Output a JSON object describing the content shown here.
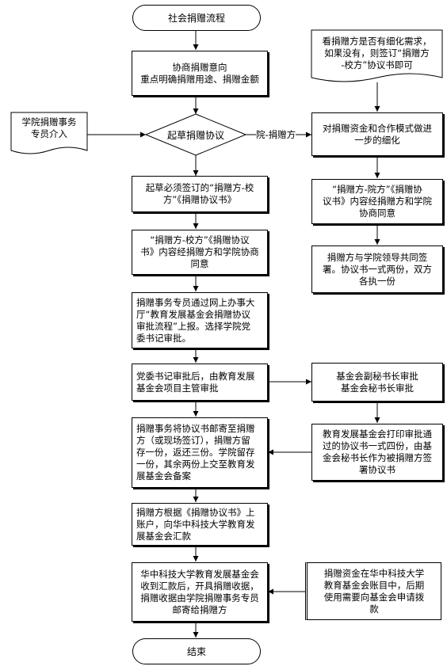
{
  "start": "社会捐赠流程",
  "end": "结束",
  "left_column": {
    "negotiate": "协商捐赠意向\n重点明确捐赠用途、捐赠金额",
    "decision": "起草捐赠协议",
    "draft": "起草必须签订的“捐赠方-校\n方”《捐赠协议书》",
    "review": "“捐赠方-校方”《捐赠协议\n书》内容经捐赠方和学院协商\n同意",
    "submit": "捐赠事务专员通过网上办事大\n厅“教育发展基金会捐赠协议\n审批流程”上报。选择学院党\n委书记审批。",
    "party_approval": "党委书记审批后，由教育发展\n基金会项目主管审批",
    "mail": "捐赠事务将协议书邮寄至捐赠\n方（或现场签订），捐赠方留\n存一份，返还三份。学院留存\n一份，其余两份上交至教育发\n展基金会备案",
    "remit": "捐赠方根据《捐赠协议书》上\n账户，向华中科技大学教育发\n展基金会汇款",
    "receipt": "华中科技大学教育发展基金会\n收到汇款后，开具捐赠收据，\n捐赠收据由学院捐赠事务专员\n邮寄给捐赠方"
  },
  "side_left": "学院捐赠事务\n专员介入",
  "right_column": {
    "note": "看捐赠方是否有细化需求，\n如果没有，则签订“捐赠方\n-校方”协议书即可",
    "refine": "对捐赠资金和合作模式做进\n一步的细化",
    "tripartite": "“捐赠方-院方”《捐赠协\n议书》内容经捐赠方和学院\n协商同意",
    "sign": "捐赠方与学院领导共同签\n署。协议书一式两份，双方\n各执一份",
    "foundation_approval": "基金会副秘书长审批\n基金会秘书长审批",
    "print": "教育发展基金会打印审批通\n过的协议书一式四份，由基\n金会秘书长作为被捐赠方签\n署协议书",
    "funds_note": "捐赠资金在华中科技大学\n教育基金会账目中，后期\n使用需要向基金会申请拨\n款"
  },
  "edge_label": "院-捐赠方"
}
